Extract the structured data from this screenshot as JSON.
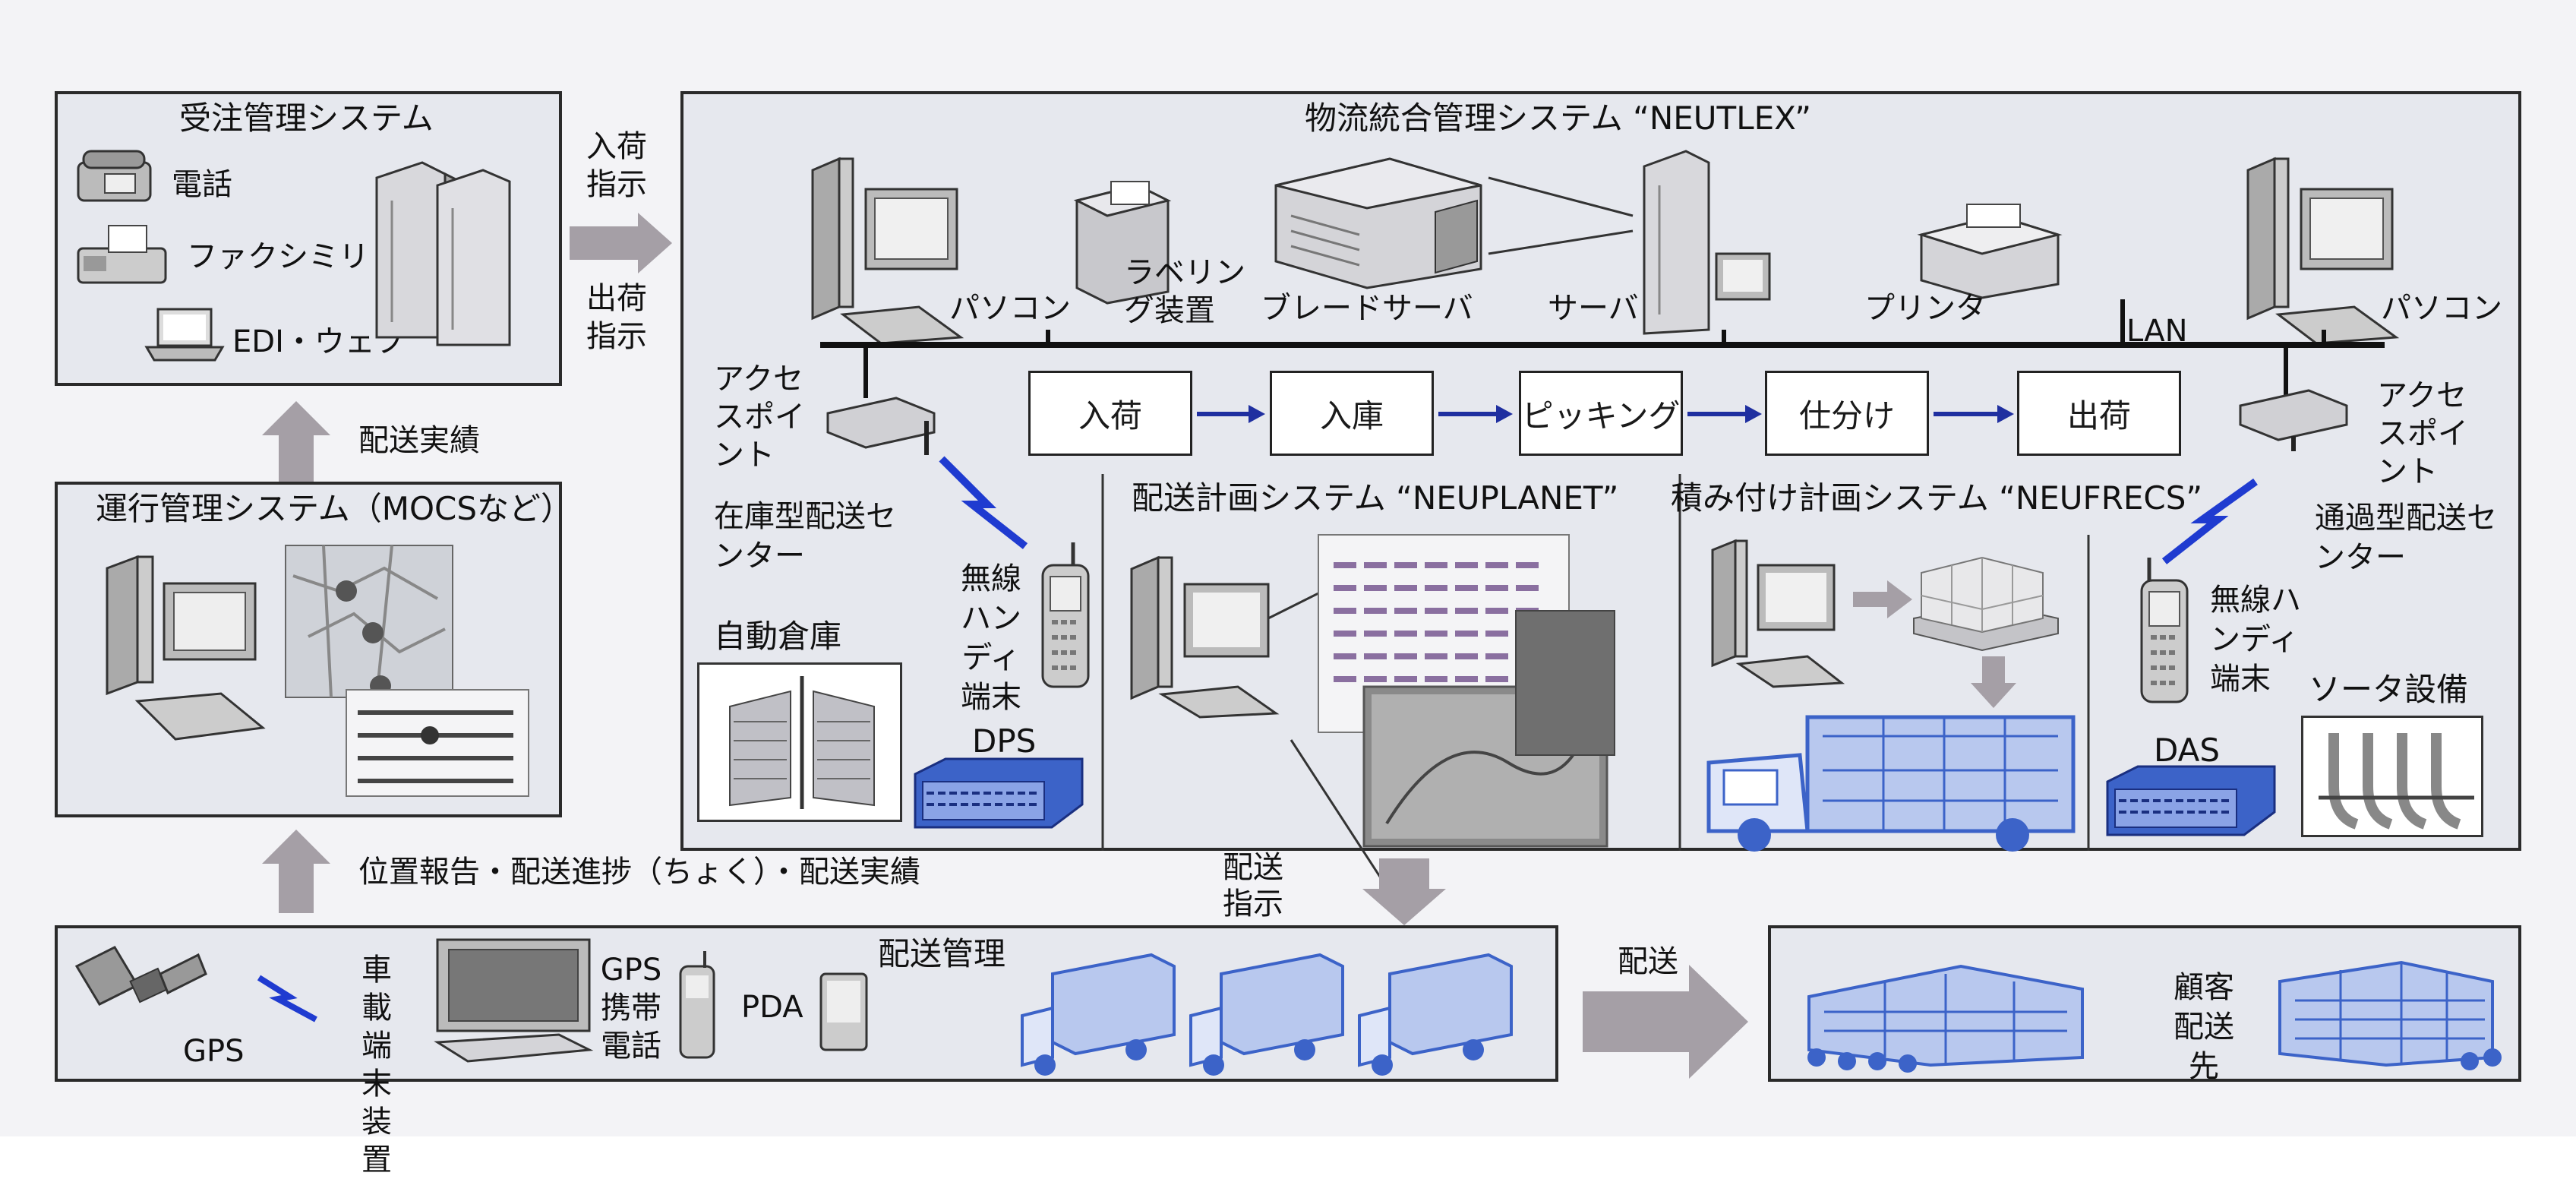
{
  "order_system": {
    "title": "受注管理システム",
    "phone": "電話",
    "fax": "ファクシミリ",
    "edi": "EDI・ウェブ"
  },
  "transport_system": {
    "title": "運行管理システム（MOCSなど）"
  },
  "neutlex": {
    "title": "物流統合管理システム “NEUTLEX”",
    "pc_left": "パソコン",
    "labeling": "ラベリング装置",
    "blade": "ブレードサーバ",
    "server": "サーバ",
    "printer": "プリンタ",
    "pc_right": "パソコン",
    "lan": "LAN",
    "ap_left": "アクセスポイント",
    "ap_right": "アクセスポイント",
    "flow_steps": [
      "入荷",
      "入庫",
      "ピッキング",
      "仕分け",
      "出荷"
    ]
  },
  "stock_center": {
    "title": "在庫型配送センター",
    "warehouse": "自動倉庫",
    "handy": "無線ハンディ端末",
    "dps": "DPS"
  },
  "neuplanet": {
    "title": "配送計画システム “NEUPLANET”"
  },
  "neufrecs": {
    "title": "積み付け計画システム “NEUFRECS”"
  },
  "transit_center": {
    "title": "通過型配送センター",
    "handy": "無線ハンディ端末",
    "das": "DAS",
    "sorter": "ソータ設備"
  },
  "arrows": {
    "in_instruct": "入荷指示",
    "out_instruct": "出荷指示",
    "delivery_result": "配送実績",
    "position_report": "位置報告・配送進捗（ちょく）・配送実績",
    "delivery_instruct": "配送指示",
    "delivery": "配送"
  },
  "delivery_mgmt": {
    "title": "配送管理",
    "gps": "GPS",
    "vehicle": "車載端末装置",
    "gps_phone": "GPS携帯電話",
    "pda": "PDA"
  },
  "customer": {
    "label": "顧客配送先"
  },
  "colors": {
    "panel_bg": "#e6e8ee",
    "arrow_gray": "#a59fa6",
    "flow_blue": "#1f2fa0",
    "truck_blue": "#3c63c8"
  }
}
